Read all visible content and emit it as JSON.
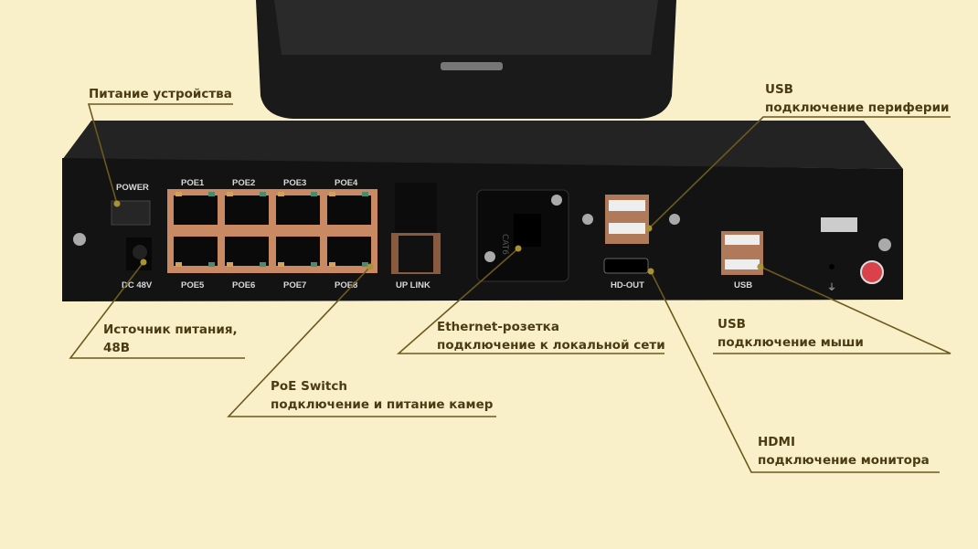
{
  "callouts": {
    "power": {
      "line1": "Питание устройства"
    },
    "dc": {
      "line1": "Источник питания,",
      "line2": "48В"
    },
    "poe": {
      "line1": "PoE Switch",
      "line2": "подключение и питание камер"
    },
    "ethernet": {
      "line1": "Ethernet-розетка",
      "line2": "подключение к локальной сети"
    },
    "usb_top": {
      "line1": "USB",
      "line2": "подключение периферии"
    },
    "usb_mouse": {
      "line1": "USB",
      "line2": "подключение мыши"
    },
    "hdmi": {
      "line1": "HDMI",
      "line2": "подключение монитора"
    }
  },
  "device_labels": {
    "power": "POWER",
    "dc": "DC 48V",
    "poe_top": [
      "POE1",
      "POE2",
      "POE3",
      "POE4"
    ],
    "poe_bottom": [
      "POE5",
      "POE6",
      "POE7",
      "POE8"
    ],
    "uplink": "UP LINK",
    "hdout": "HD-OUT",
    "usb": "USB",
    "cat6": "CAT6"
  },
  "colors": {
    "background": "#f9efc9",
    "leader": "#6b5a1e",
    "device": "#141414",
    "poe_panel": "#c98a63"
  }
}
